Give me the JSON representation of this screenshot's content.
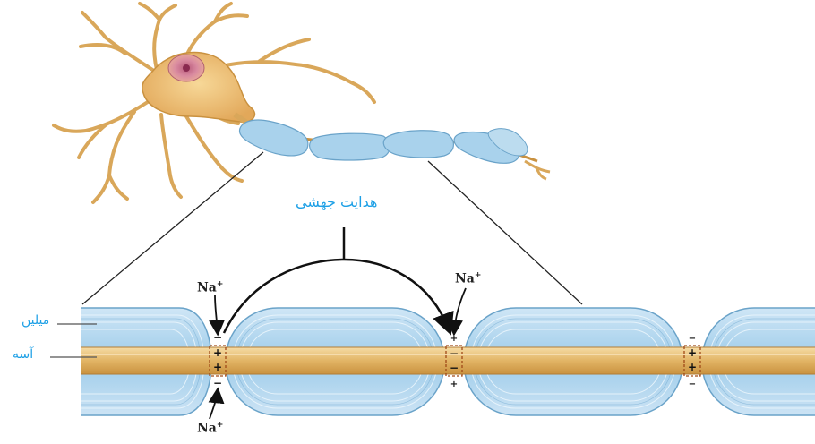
{
  "labels": {
    "saltatory": "هدایت جهشی",
    "myelin": "میلین",
    "axon": "آسه"
  },
  "ions": {
    "symbol": "Na",
    "charge": "+"
  },
  "colors": {
    "label_text": "#1ea0e6",
    "myelin": "#a9d2ec",
    "myelin_dark": "#6aa3c9",
    "axon": "#e9c27a",
    "axon_dark": "#c7903f",
    "neuron_body": "#f0c57c",
    "nucleus": "#d98a7a",
    "channel": "#a04a18"
  },
  "icons": [
    "neuron-cell",
    "myelin-sheath",
    "axon",
    "node-of-ranvier",
    "sodium-ion-arrow",
    "saltatory-arc-arrow"
  ]
}
